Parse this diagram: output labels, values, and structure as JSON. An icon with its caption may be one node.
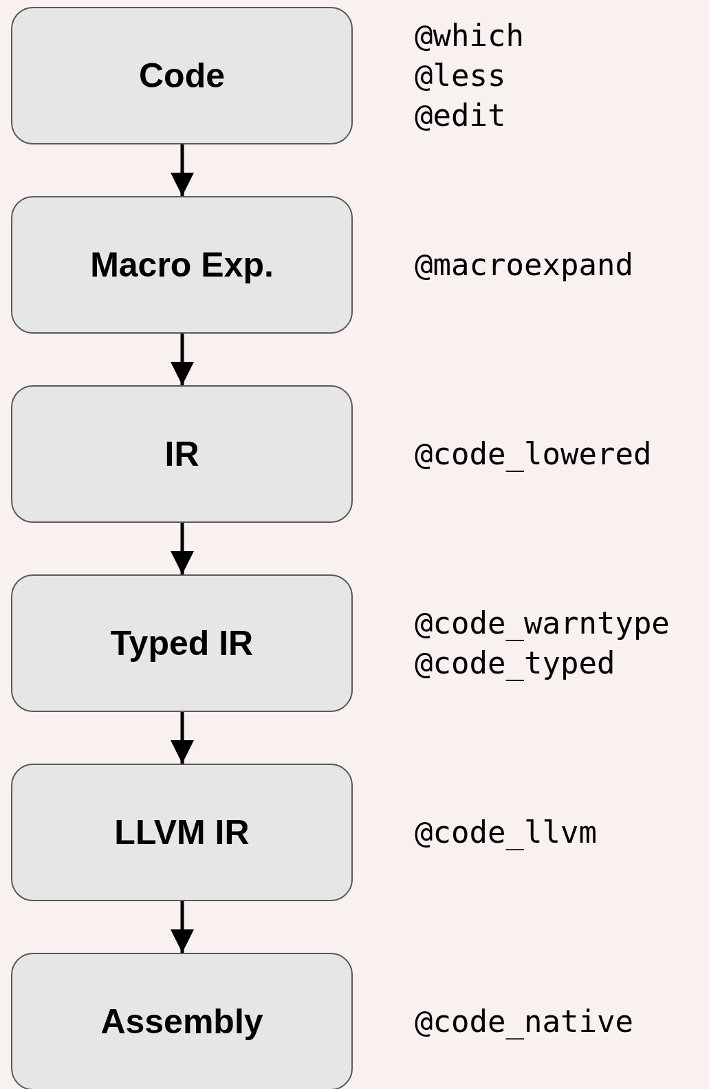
{
  "diagram": {
    "nodes": [
      {
        "text": [
          "Code"
        ],
        "beside": [
          "@which",
          "@less",
          "@edit"
        ]
      },
      {
        "text": [
          "Macro Exp."
        ],
        "beside": [
          "@macroexpand"
        ]
      },
      {
        "text": [
          "IR"
        ],
        "beside": [
          "@code_lowered"
        ]
      },
      {
        "text": [
          "Typed IR"
        ],
        "beside": [
          "@code_warntype",
          "@code_typed"
        ]
      },
      {
        "text": [
          "LLVM IR"
        ],
        "beside": [
          "@code_llvm"
        ]
      },
      {
        "text": [
          "Assembly"
        ],
        "beside": [
          "@code_native"
        ]
      }
    ],
    "edges": [
      {
        "from": 0,
        "to": 1,
        "arrow": "to"
      },
      {
        "from": 1,
        "to": 2,
        "arrow": "to"
      },
      {
        "from": 2,
        "to": 3,
        "arrow": "to"
      },
      {
        "from": 3,
        "to": 4,
        "arrow": "to"
      },
      {
        "from": 4,
        "to": 5,
        "arrow": "to"
      }
    ]
  }
}
